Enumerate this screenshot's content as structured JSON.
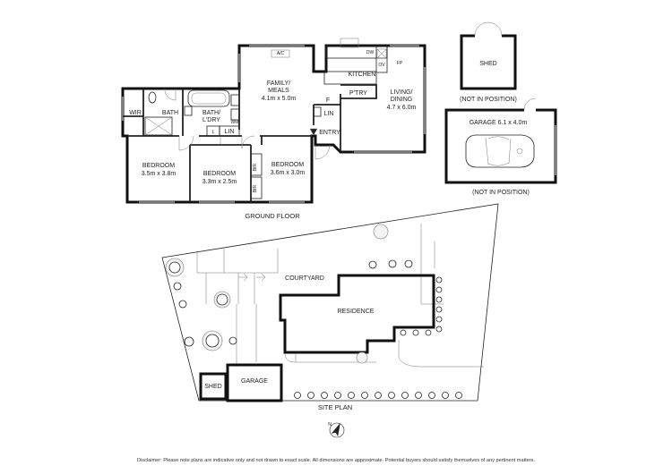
{
  "floor_plan": {
    "caption": "GROUND FLOOR",
    "rooms": {
      "wir": "WIR",
      "bath": "BATH",
      "bath_ldry_1": "BATH/",
      "bath_ldry_2": "L'DRY",
      "family_1": "FAMILY/",
      "family_2": "MEALS",
      "family_size": "4.1m x 5.0m",
      "kitchen": "KITCHEN",
      "ptry": "P'TRY",
      "living_1": "LIVING/",
      "living_2": "DINING",
      "living_size": "4.7 x 6.0m",
      "entry": "ENTRY",
      "bed1": "BEDROOM",
      "bed1_size": "3.5m x 3.8m",
      "bed2": "BEDROOM",
      "bed2_size": "3.3m x 2.5m",
      "bed3": "BEDROOM",
      "bed3_size": "3.6m x 3.0m",
      "bir": "BIR"
    },
    "fixtures": {
      "ac": "A/C",
      "dw": "DW",
      "ov": "OV",
      "fp": "FP",
      "f": "F",
      "lin": "LIN",
      "l": "L",
      "wm": "WM"
    }
  },
  "outbuildings": {
    "shed": "SHED",
    "shed_note": "(NOT IN POSITION)",
    "garage": "GARAGE 6.1 x 4.0m",
    "garage_note": "(NOT IN POSITION)"
  },
  "site_plan": {
    "caption": "SITE PLAN",
    "courtyard": "COURTYARD",
    "residence": "RESIDENCE",
    "garage": "GARAGE",
    "shed": "SHED",
    "north": "N"
  },
  "disclaimer": "Disclaimer: Please note plans are indicative only and not drawn to exact scale. All dimensions are approximate. Potential buyers should satisfy themselves of any pertinent matters.",
  "colors": {
    "wall": "#111111",
    "window": "#9a9a9a",
    "tree": "#cccccc"
  }
}
